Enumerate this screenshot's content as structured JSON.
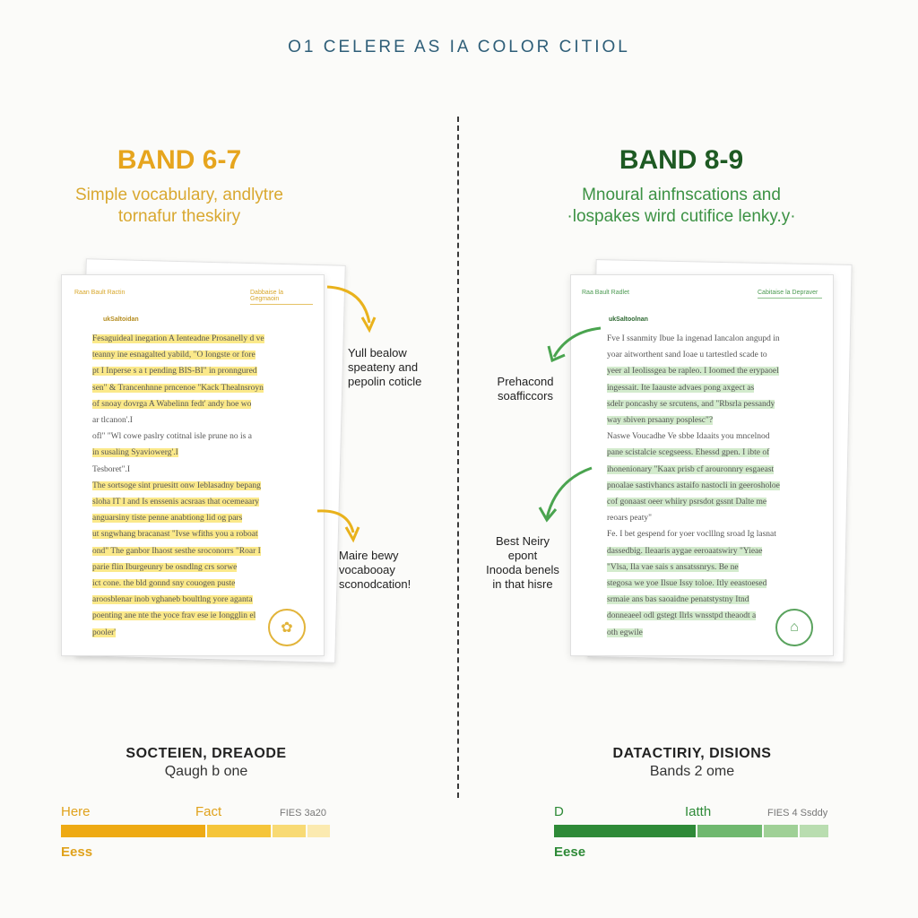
{
  "page": {
    "title": "O1 CELERE AS IA COLOR CITIOL"
  },
  "left": {
    "band": "BAND 6-7",
    "subtitle": [
      "Simple vocabulary, andlytre",
      "tornafur theskiry"
    ],
    "sheet": {
      "header_left": "Raan Bault Ractin",
      "header_right": "Dabbaise la Gegmaoin",
      "section": "ukSaltoidan",
      "lines": [
        {
          "text": "Fesaguideal inegation A Ienteadne Prosanelly d ve",
          "hl": true
        },
        {
          "text": "teanny ine esnagalted yabild, \"O Iongste or fore",
          "hl": true
        },
        {
          "text": "pt I Inperse s a t pending BIS-BI\" in pronngured",
          "hl": true
        },
        {
          "text": "sen\" & Trancenhnne prncenoe \"Kack Thealnsroyn",
          "hl": true
        },
        {
          "text": "of snoay dovrga A Wabelinn fedt' andy hoe wo",
          "hl": true
        },
        {
          "text": "ar tlcanon'.I",
          "hl": false
        },
        {
          "text": "ofl\" \"Wl cowe paslry cotitnal isle prune no is a",
          "hl": false
        },
        {
          "text": "in susaling Syaviowerg'.I",
          "hl": true
        },
        {
          "text": "Tesboret\".I",
          "hl": false
        },
        {
          "text": "The sortsoge sint pruesitt onw Ieblasadny bepang",
          "hl": true
        },
        {
          "text": "sloha IT I and Is enssenis acsraas that ocemeaary",
          "hl": true
        },
        {
          "text": "anguarsiny tiste penne anabtiong lid og pars",
          "hl": true
        },
        {
          "text": "ut sngwhang bracanast \"Ivse wfiths you a roboat",
          "hl": true
        },
        {
          "text": "ond\" The ganbor Ihaost sesthe sroconorrs \"Roar I",
          "hl": true
        },
        {
          "text": "parie flin Iburgeunry be osndlng crs sorwe",
          "hl": true
        },
        {
          "text": "ict cone. the bld gonnd sny couogen puste",
          "hl": true
        },
        {
          "text": "aroosblenar inob vghaneb boultlng yore aganta",
          "hl": true
        },
        {
          "text": "poenting ane nte the yoce frav ese ie Iongglin el",
          "hl": true
        },
        {
          "text": "pooler'",
          "hl": true
        }
      ],
      "stamp": "✿"
    },
    "note1": [
      "Yull bealow",
      "speateny and",
      "pepolin coticle"
    ],
    "note2": [
      "Maire bewy",
      "vocabooay",
      "sconodcation!"
    ],
    "bottom_title": "SOCTEIEN, DREAODE",
    "bottom_sub": "Qaugh b one",
    "bar": {
      "label_left": "Here",
      "label_mid": "Fact",
      "label_right": "FIES 3a20",
      "label_below": "Eess",
      "fill": 0.54,
      "colors": [
        "#eeaa14",
        "#f5c53a",
        "#f8da74",
        "#fbeab0"
      ]
    }
  },
  "right": {
    "band": "BAND 8-9",
    "subtitle": [
      "Mnoural ainfnscations and",
      "·lospakes wird cutifice lenky.y·"
    ],
    "sheet": {
      "header_left": "Raa Bault Radlet",
      "header_right": "Cabitaise la Depraver",
      "section": "ukSaltoolnan",
      "lines": [
        {
          "text": "Fve I ssanmity Ibue Ia ingenad Iancalon angupd in",
          "hl": false
        },
        {
          "text": "yoar aitworthent sand Ioae u tartestled scade to",
          "hl": false
        },
        {
          "text": "yeer al Ieolissgea be rapleo. I Ioomed the erypaoel",
          "hl": true
        },
        {
          "text": "ingessait. Ite Iaauste advaes pong axgect as",
          "hl": true
        },
        {
          "text": "sdelr poncashy se srcutens, and \"Rbsrla pessandy",
          "hl": true
        },
        {
          "text": "way sbiven prsaany posplesc\"?",
          "hl": true
        },
        {
          "text": "Naswe Voucadhe Ve sbbe Idaaits you mncelnod",
          "hl": false
        },
        {
          "text": "pane scistalcie scegseess. Ehessd gpen. I ibte of",
          "hl": true
        },
        {
          "text": "ihonenionary \"Kaax prisb cf arouronnry esgaeast",
          "hl": true
        },
        {
          "text": "pnoalae sastivhancs astaifo nastocli in geerosholoe",
          "hl": true
        },
        {
          "text": "cof gonaast oeer whiiry psrsdot gssnt Dalte me",
          "hl": true
        },
        {
          "text": "reoars peaty\"",
          "hl": false
        },
        {
          "text": "Fe. I bet gespend for yoer voclllng sroad Ig lasnat",
          "hl": false
        },
        {
          "text": "dassedbig. Ileaaris aygae eeroaatswiry \"Yieae",
          "hl": true
        },
        {
          "text": "\"Vlsa, Ila vae sais s ansatssnrys. Be ne",
          "hl": true
        },
        {
          "text": "stegosa we yoe Ilsue Issy toloe. Itly eeastoesed",
          "hl": true
        },
        {
          "text": "srmaie ans bas saoaidne penatstystny Itnd",
          "hl": true
        },
        {
          "text": "donneaeel odl gstegt Ilrls wnsstpd theaodt a",
          "hl": true
        },
        {
          "text": "oth egwile",
          "hl": true
        }
      ],
      "stamp": "⌂"
    },
    "note1": [
      "Prehacond",
      "soafficcors"
    ],
    "note2": [
      "Best Neiry",
      "epont",
      "Inooda benels",
      "in that hisre"
    ],
    "bottom_title": "DATACTIRIY, DISIONS",
    "bottom_sub": "Bands 2 ome",
    "bar": {
      "label_left": "D",
      "label_mid": "Iatth",
      "label_right": "FIES 4 Ssddy",
      "label_below": "Eese",
      "fill": 0.52,
      "colors": [
        "#2e8a38",
        "#6fb86f",
        "#9fd096",
        "#b9ddb0"
      ]
    }
  },
  "colors": {
    "yellow": "#e6a51e",
    "green": "#1e5a23",
    "yellow_highlight": "#fbe98a",
    "green_highlight": "#d3ebcd"
  }
}
